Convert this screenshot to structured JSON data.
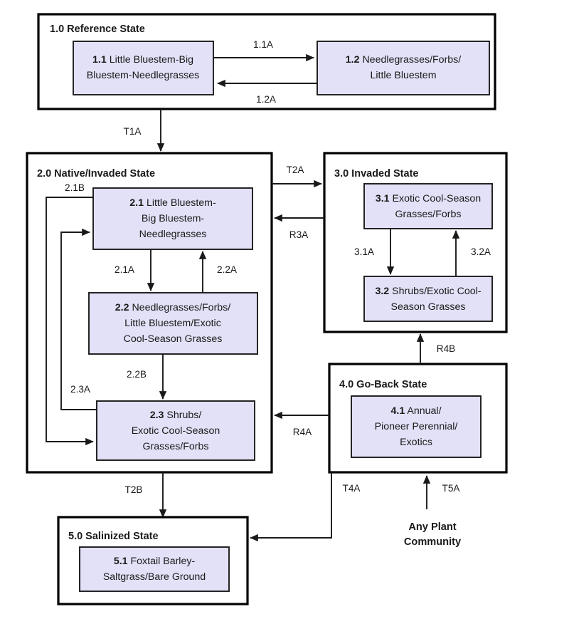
{
  "diagram": {
    "type": "state-and-transition-model",
    "colors": {
      "phase_fill": "#e2e1f7",
      "stroke": "#1a1a1a",
      "background": "#ffffff"
    },
    "states": [
      {
        "id": "1.0",
        "title": "1.0 Reference State",
        "phases": [
          {
            "id": "1.1",
            "num": "1.1",
            "lines": [
              "Little Bluestem-Big",
              "Bluestem-Needlegrasses"
            ]
          },
          {
            "id": "1.2",
            "num": "1.2",
            "lines": [
              "Needlegrasses/Forbs/",
              "Little Bluestem"
            ]
          }
        ]
      },
      {
        "id": "2.0",
        "title": "2.0 Native/Invaded State",
        "phases": [
          {
            "id": "2.1",
            "num": "2.1",
            "lines": [
              "Little Bluestem-",
              "Big Bluestem-",
              "Needlegrasses"
            ]
          },
          {
            "id": "2.2",
            "num": "2.2",
            "lines": [
              "Needlegrasses/Forbs/",
              "Little Bluestem/Exotic",
              "Cool-Season Grasses"
            ]
          },
          {
            "id": "2.3",
            "num": "2.3",
            "lines": [
              "Shrubs/",
              "Exotic Cool-Season",
              "Grasses/Forbs"
            ]
          }
        ]
      },
      {
        "id": "3.0",
        "title": "3.0 Invaded State",
        "phases": [
          {
            "id": "3.1",
            "num": "3.1",
            "lines": [
              "Exotic Cool-Season",
              "Grasses/Forbs"
            ]
          },
          {
            "id": "3.2",
            "num": "3.2",
            "lines": [
              "Shrubs/Exotic Cool-",
              "Season Grasses"
            ]
          }
        ]
      },
      {
        "id": "4.0",
        "title": "4.0 Go-Back State",
        "phases": [
          {
            "id": "4.1",
            "num": "4.1",
            "lines": [
              "Annual/",
              "Pioneer Perennial/",
              "Exotics"
            ]
          }
        ]
      },
      {
        "id": "5.0",
        "title": "5.0 Salinized  State",
        "phases": [
          {
            "id": "5.1",
            "num": "5.1",
            "lines": [
              "Foxtail Barley-",
              "Saltgrass/Bare Ground"
            ]
          }
        ]
      }
    ],
    "free_labels": [
      {
        "id": "any-plant-community",
        "lines": [
          "Any Plant",
          "Community"
        ]
      }
    ],
    "transitions": [
      {
        "id": "1.1A",
        "label": "1.1A",
        "from": "1.1",
        "to": "1.2"
      },
      {
        "id": "1.2A",
        "label": "1.2A",
        "from": "1.2",
        "to": "1.1"
      },
      {
        "id": "T1A",
        "label": "T1A",
        "from": "1.0",
        "to": "2.0"
      },
      {
        "id": "2.1A",
        "label": "2.1A",
        "from": "2.1",
        "to": "2.2"
      },
      {
        "id": "2.2A",
        "label": "2.2A",
        "from": "2.2",
        "to": "2.1"
      },
      {
        "id": "2.1B",
        "label": "2.1B",
        "from": "2.1",
        "to": "2.3"
      },
      {
        "id": "2.2B",
        "label": "2.2B",
        "from": "2.2",
        "to": "2.3"
      },
      {
        "id": "2.3A",
        "label": "2.3A",
        "from": "2.3",
        "to": "2.1"
      },
      {
        "id": "T2A",
        "label": "T2A",
        "from": "2.0",
        "to": "3.0"
      },
      {
        "id": "R3A",
        "label": "R3A",
        "from": "3.0",
        "to": "2.0"
      },
      {
        "id": "3.1A",
        "label": "3.1A",
        "from": "3.1",
        "to": "3.2"
      },
      {
        "id": "3.2A",
        "label": "3.2A",
        "from": "3.2",
        "to": "3.1"
      },
      {
        "id": "R4A",
        "label": "R4A",
        "from": "4.0",
        "to": "2.0"
      },
      {
        "id": "R4B",
        "label": "R4B",
        "from": "4.0",
        "to": "3.0"
      },
      {
        "id": "T2B",
        "label": "T2B",
        "from": "2.0",
        "to": "5.0"
      },
      {
        "id": "T4A",
        "label": "T4A",
        "from": "4.0",
        "to": "5.0"
      },
      {
        "id": "T5A",
        "label": "T5A",
        "from": "any-plant-community",
        "to": "4.0"
      }
    ]
  }
}
